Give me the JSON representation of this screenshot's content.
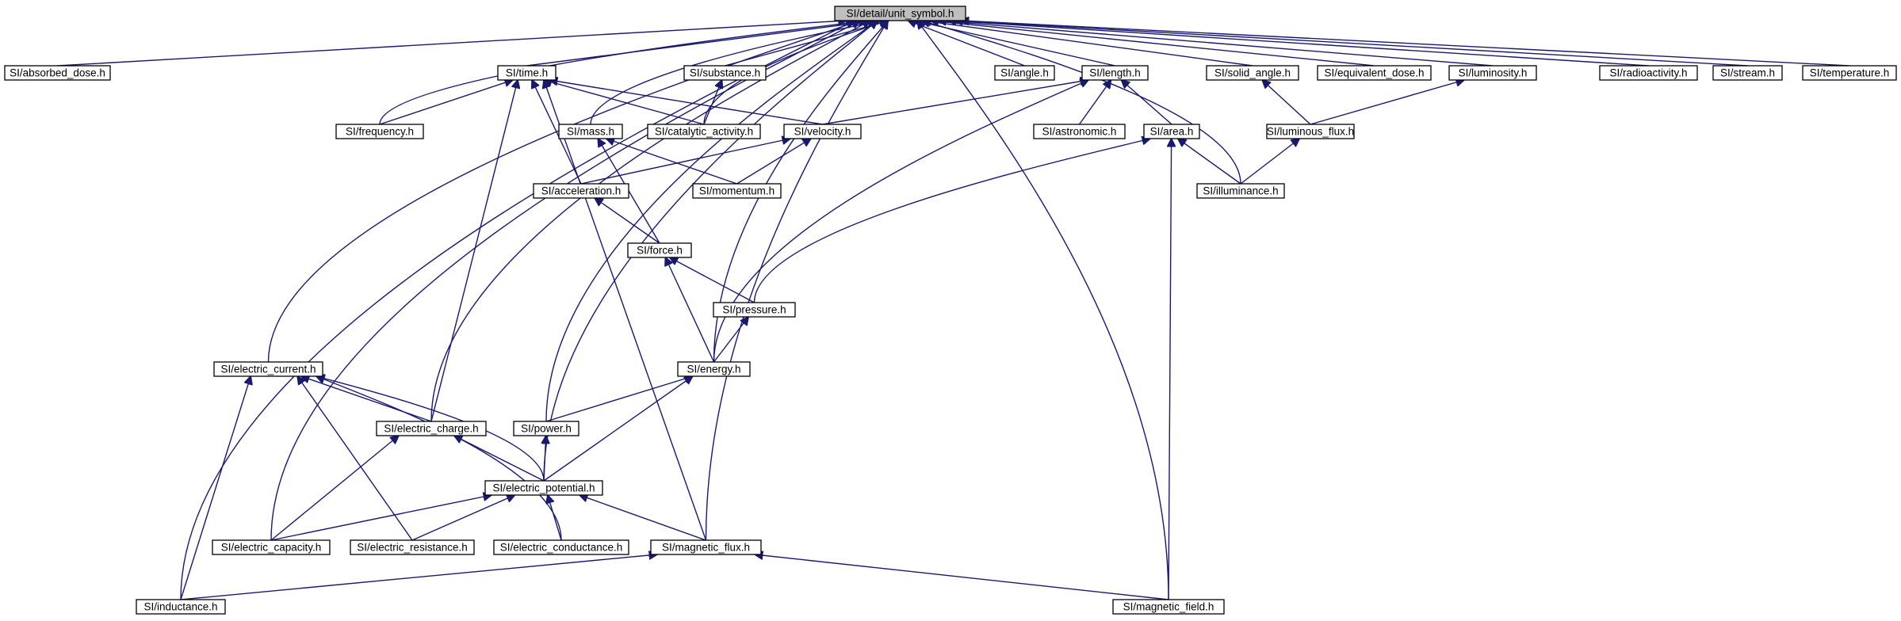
{
  "graph": {
    "edge_color": "#191970",
    "root_fill": "#bfbfbf",
    "nodes": [
      {
        "id": "unit_symbol",
        "label": "SI/detail/unit_symbol.h",
        "root": true
      },
      {
        "id": "absorbed_dose",
        "label": "SI/absorbed_dose.h"
      },
      {
        "id": "time",
        "label": "SI/time.h"
      },
      {
        "id": "substance",
        "label": "SI/substance.h"
      },
      {
        "id": "angle",
        "label": "SI/angle.h"
      },
      {
        "id": "length",
        "label": "SI/length.h"
      },
      {
        "id": "solid_angle",
        "label": "SI/solid_angle.h"
      },
      {
        "id": "equivalent_dose",
        "label": "SI/equivalent_dose.h"
      },
      {
        "id": "luminosity",
        "label": "SI/luminosity.h"
      },
      {
        "id": "radioactivity",
        "label": "SI/radioactivity.h"
      },
      {
        "id": "stream",
        "label": "SI/stream.h"
      },
      {
        "id": "temperature",
        "label": "SI/temperature.h"
      },
      {
        "id": "frequency",
        "label": "SI/frequency.h"
      },
      {
        "id": "mass",
        "label": "SI/mass.h"
      },
      {
        "id": "catalytic_activity",
        "label": "SI/catalytic_activity.h"
      },
      {
        "id": "velocity",
        "label": "SI/velocity.h"
      },
      {
        "id": "astronomic",
        "label": "SI/astronomic.h"
      },
      {
        "id": "area",
        "label": "SI/area.h"
      },
      {
        "id": "luminous_flux",
        "label": "SI/luminous_flux.h"
      },
      {
        "id": "acceleration",
        "label": "SI/acceleration.h"
      },
      {
        "id": "momentum",
        "label": "SI/momentum.h"
      },
      {
        "id": "illuminance",
        "label": "SI/illuminance.h"
      },
      {
        "id": "force",
        "label": "SI/force.h"
      },
      {
        "id": "pressure",
        "label": "SI/pressure.h"
      },
      {
        "id": "electric_current",
        "label": "SI/electric_current.h"
      },
      {
        "id": "energy",
        "label": "SI/energy.h"
      },
      {
        "id": "electric_charge",
        "label": "SI/electric_charge.h"
      },
      {
        "id": "power",
        "label": "SI/power.h"
      },
      {
        "id": "electric_potential",
        "label": "SI/electric_potential.h"
      },
      {
        "id": "electric_capacity",
        "label": "SI/electric_capacity.h"
      },
      {
        "id": "electric_resistance",
        "label": "SI/electric_resistance.h"
      },
      {
        "id": "electric_conductance",
        "label": "SI/electric_conductance.h"
      },
      {
        "id": "magnetic_flux",
        "label": "SI/magnetic_flux.h"
      },
      {
        "id": "inductance",
        "label": "SI/inductance.h"
      },
      {
        "id": "magnetic_field",
        "label": "SI/magnetic_field.h"
      }
    ],
    "edges": [
      {
        "from": "absorbed_dose",
        "to": "unit_symbol"
      },
      {
        "from": "time",
        "to": "unit_symbol"
      },
      {
        "from": "substance",
        "to": "unit_symbol"
      },
      {
        "from": "angle",
        "to": "unit_symbol"
      },
      {
        "from": "length",
        "to": "unit_symbol"
      },
      {
        "from": "solid_angle",
        "to": "unit_symbol"
      },
      {
        "from": "equivalent_dose",
        "to": "unit_symbol"
      },
      {
        "from": "luminosity",
        "to": "unit_symbol"
      },
      {
        "from": "radioactivity",
        "to": "unit_symbol"
      },
      {
        "from": "stream",
        "to": "unit_symbol"
      },
      {
        "from": "temperature",
        "to": "unit_symbol"
      },
      {
        "from": "frequency",
        "to": "unit_symbol"
      },
      {
        "from": "mass",
        "to": "unit_symbol"
      },
      {
        "from": "catalytic_activity",
        "to": "unit_symbol"
      },
      {
        "from": "illuminance",
        "to": "unit_symbol"
      },
      {
        "from": "energy",
        "to": "unit_symbol"
      },
      {
        "from": "electric_current",
        "to": "unit_symbol"
      },
      {
        "from": "electric_charge",
        "to": "unit_symbol"
      },
      {
        "from": "power",
        "to": "unit_symbol"
      },
      {
        "from": "electric_potential",
        "to": "unit_symbol"
      },
      {
        "from": "electric_capacity",
        "to": "unit_symbol"
      },
      {
        "from": "magnetic_flux",
        "to": "unit_symbol"
      },
      {
        "from": "inductance",
        "to": "unit_symbol"
      },
      {
        "from": "magnetic_field",
        "to": "unit_symbol"
      },
      {
        "from": "frequency",
        "to": "time"
      },
      {
        "from": "catalytic_activity",
        "to": "time"
      },
      {
        "from": "velocity",
        "to": "time"
      },
      {
        "from": "acceleration",
        "to": "time"
      },
      {
        "from": "electric_charge",
        "to": "time"
      },
      {
        "from": "magnetic_flux",
        "to": "time"
      },
      {
        "from": "catalytic_activity",
        "to": "substance"
      },
      {
        "from": "velocity",
        "to": "length"
      },
      {
        "from": "astronomic",
        "to": "length"
      },
      {
        "from": "area",
        "to": "length"
      },
      {
        "from": "energy",
        "to": "length"
      },
      {
        "from": "luminous_flux",
        "to": "solid_angle"
      },
      {
        "from": "luminous_flux",
        "to": "luminosity"
      },
      {
        "from": "momentum",
        "to": "mass"
      },
      {
        "from": "force",
        "to": "mass"
      },
      {
        "from": "acceleration",
        "to": "velocity"
      },
      {
        "from": "momentum",
        "to": "velocity"
      },
      {
        "from": "illuminance",
        "to": "area"
      },
      {
        "from": "pressure",
        "to": "area"
      },
      {
        "from": "magnetic_field",
        "to": "area"
      },
      {
        "from": "illuminance",
        "to": "luminous_flux"
      },
      {
        "from": "force",
        "to": "acceleration"
      },
      {
        "from": "pressure",
        "to": "force"
      },
      {
        "from": "energy",
        "to": "force"
      },
      {
        "from": "energy",
        "to": "pressure"
      },
      {
        "from": "power",
        "to": "energy"
      },
      {
        "from": "electric_potential",
        "to": "energy"
      },
      {
        "from": "electric_charge",
        "to": "electric_current"
      },
      {
        "from": "electric_potential",
        "to": "electric_current"
      },
      {
        "from": "electric_resistance",
        "to": "electric_current"
      },
      {
        "from": "electric_conductance",
        "to": "electric_current"
      },
      {
        "from": "inductance",
        "to": "electric_current"
      },
      {
        "from": "electric_capacity",
        "to": "electric_charge"
      },
      {
        "from": "electric_potential",
        "to": "electric_charge"
      },
      {
        "from": "electric_potential",
        "to": "power"
      },
      {
        "from": "electric_capacity",
        "to": "electric_potential"
      },
      {
        "from": "electric_resistance",
        "to": "electric_potential"
      },
      {
        "from": "electric_conductance",
        "to": "electric_potential"
      },
      {
        "from": "magnetic_flux",
        "to": "electric_potential"
      },
      {
        "from": "inductance",
        "to": "magnetic_flux"
      },
      {
        "from": "magnetic_field",
        "to": "magnetic_flux"
      }
    ]
  }
}
